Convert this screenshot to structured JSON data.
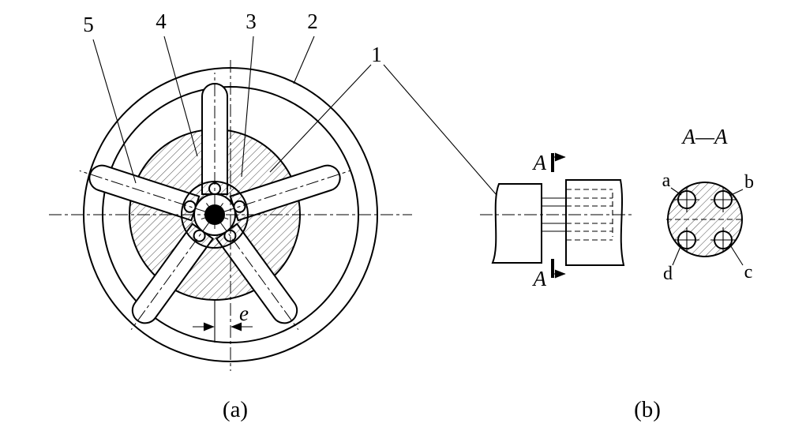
{
  "colors": {
    "ink": "#000000",
    "paper": "#ffffff"
  },
  "figure_a": {
    "caption": "(a)",
    "part_labels": [
      {
        "id": "5",
        "text": "5"
      },
      {
        "id": "4",
        "text": "4"
      },
      {
        "id": "3",
        "text": "3"
      },
      {
        "id": "2",
        "text": "2"
      },
      {
        "id": "1",
        "text": "1"
      }
    ],
    "eccentricity": "e"
  },
  "figure_b": {
    "caption": "(b)",
    "section_arrow_top": "A",
    "section_arrow_bottom": "A",
    "section_title": "A—A",
    "pins": {
      "a": "a",
      "b": "b",
      "c": "c",
      "d": "d"
    }
  }
}
